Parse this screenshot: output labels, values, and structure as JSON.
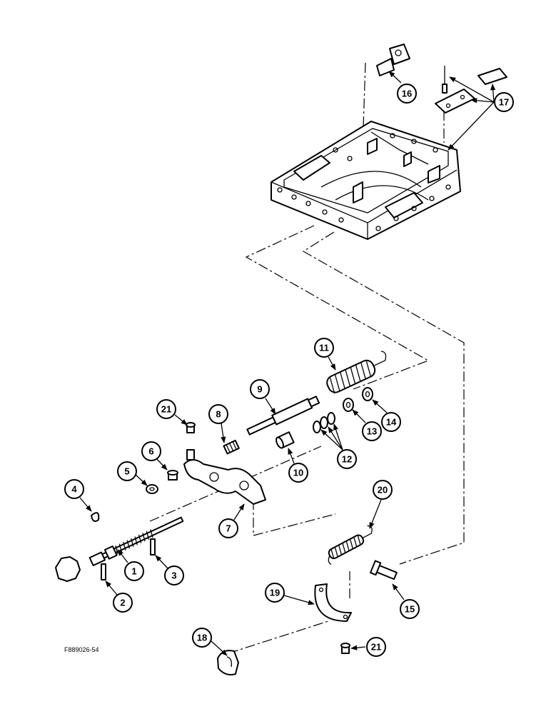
{
  "figure_id": "F889026-54",
  "callouts": [
    {
      "label": "1"
    },
    {
      "label": "2"
    },
    {
      "label": "3"
    },
    {
      "label": "4"
    },
    {
      "label": "5"
    },
    {
      "label": "6"
    },
    {
      "label": "7"
    },
    {
      "label": "8"
    },
    {
      "label": "9"
    },
    {
      "label": "10"
    },
    {
      "label": "11"
    },
    {
      "label": "12"
    },
    {
      "label": "13"
    },
    {
      "label": "14"
    },
    {
      "label": "15"
    },
    {
      "label": "16"
    },
    {
      "label": "17"
    },
    {
      "label": "18"
    },
    {
      "label": "19"
    },
    {
      "label": "20"
    },
    {
      "label": "21"
    },
    {
      "label": "21"
    }
  ]
}
